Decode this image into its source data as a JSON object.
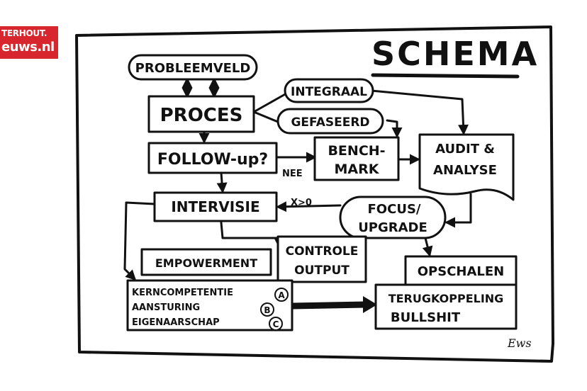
{
  "logo": {
    "line1": "TERHOUT.",
    "line2": "euws.nl",
    "color": "#d8262e"
  },
  "title": "SCHEMA",
  "nodes": {
    "probleemveld": "PROBLEEMVELD",
    "proces": "PROCES",
    "integraal": "INTEGRAAL",
    "gefaseerd": "GEFASEERD",
    "followup": "FOLLOW-up?",
    "benchmark_1": "BENCH-",
    "benchmark_2": "MARK",
    "audit_1": "AUDIT &",
    "audit_2": "ANALYSE",
    "intervisie": "INTERVISIE",
    "focus_1": "FOCUS/",
    "focus_2": "UPGRADE",
    "empowerment": "EMPOWERMENT",
    "controle_1": "CONTROLE",
    "controle_2": "OUTPUT",
    "opschalen": "OPSCHALEN",
    "kern_1": "KERNCOMPETENTIE",
    "kern_2": "AANSTURING",
    "kern_3": "EIGENAARSCHAP",
    "terug_1": "TERUGKOPPELING",
    "terug_2": "BULLSHIT"
  },
  "markers": {
    "a": "A",
    "b": "B",
    "c": "C"
  },
  "edge_labels": {
    "nee": "NEE",
    "xo": "X>0"
  },
  "signature": "Ews"
}
